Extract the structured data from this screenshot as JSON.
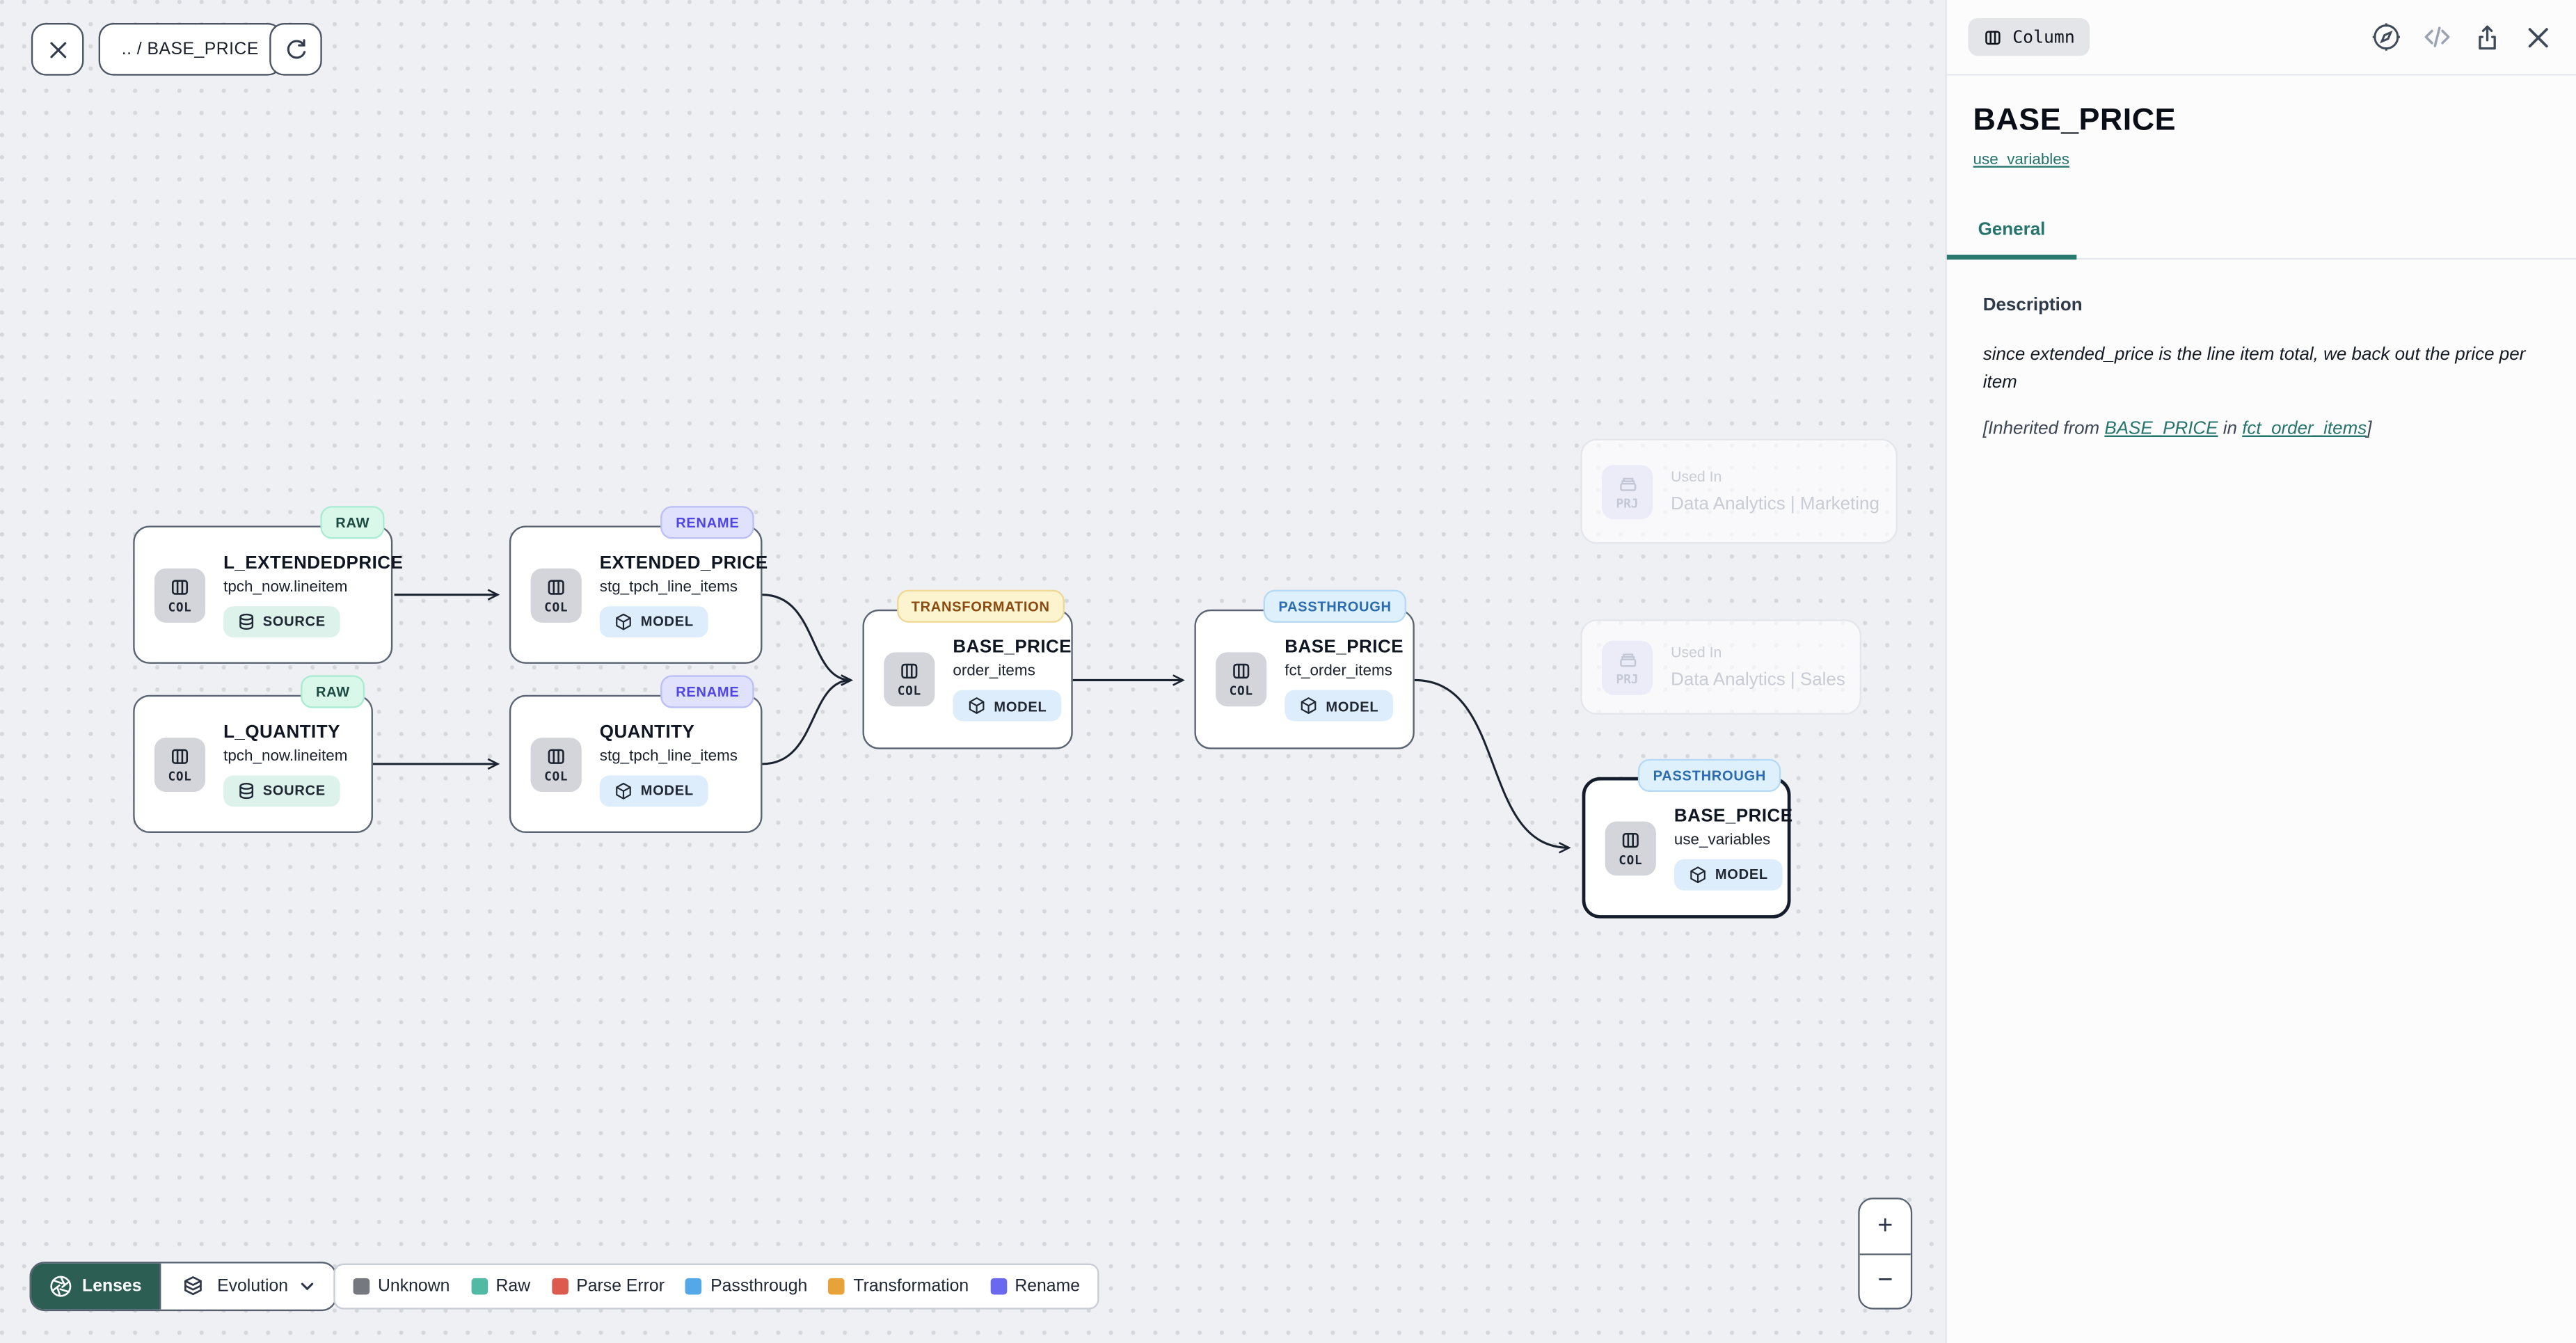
{
  "toolbar": {
    "breadcrumb": ".. / BASE_PRICE"
  },
  "canvas": {
    "nodes": [
      {
        "title": "L_EXTENDEDPRICE",
        "subtitle": "tpch_now.lineitem",
        "chip": "COL",
        "lens": "RAW",
        "type": "SOURCE"
      },
      {
        "title": "L_QUANTITY",
        "subtitle": "tpch_now.lineitem",
        "chip": "COL",
        "lens": "RAW",
        "type": "SOURCE"
      },
      {
        "title": "EXTENDED_PRICE",
        "subtitle": "stg_tpch_line_items",
        "chip": "COL",
        "lens": "RENAME",
        "type": "MODEL"
      },
      {
        "title": "QUANTITY",
        "subtitle": "stg_tpch_line_items",
        "chip": "COL",
        "lens": "RENAME",
        "type": "MODEL"
      },
      {
        "title": "BASE_PRICE",
        "subtitle": "order_items",
        "chip": "COL",
        "lens": "TRANSFORMATION",
        "type": "MODEL"
      },
      {
        "title": "BASE_PRICE",
        "subtitle": "fct_order_items",
        "chip": "COL",
        "lens": "PASSTHROUGH",
        "type": "MODEL"
      },
      {
        "title": "BASE_PRICE",
        "subtitle": "use_variables",
        "chip": "COL",
        "lens": "PASSTHROUGH",
        "type": "MODEL",
        "selected": true
      }
    ],
    "ghost_nodes": [
      {
        "label": "Used In",
        "name": "Data Analytics | Marketing",
        "chip": "PRJ"
      },
      {
        "label": "Used In",
        "name": "Data Analytics | Sales",
        "chip": "PRJ"
      }
    ]
  },
  "footer": {
    "lenses_label": "Lenses",
    "mode_label": "Evolution",
    "legend": [
      {
        "label": "Unknown",
        "color": "#75797f"
      },
      {
        "label": "Raw",
        "color": "#52b9a5"
      },
      {
        "label": "Parse Error",
        "color": "#dd5a4e"
      },
      {
        "label": "Passthrough",
        "color": "#55a8e8"
      },
      {
        "label": "Transformation",
        "color": "#e8a23a"
      },
      {
        "label": "Rename",
        "color": "#6a68ee"
      }
    ]
  },
  "zoom_controls": {
    "zoom_in": "+",
    "zoom_out": "−"
  },
  "panel": {
    "type_badge": "Column",
    "title": "BASE_PRICE",
    "model_link": "use_variables",
    "tab_general": "General",
    "section_title": "Description",
    "description": "since extended_price is the line item total, we back out the price per item",
    "inherited": {
      "prefix": "[Inherited from ",
      "column_link": "BASE_PRICE",
      "middle": " in ",
      "model_link": "fct_order_items",
      "suffix": "]"
    }
  },
  "colors": {
    "accent": "#2b7a70",
    "lenses_bg": "#2d5e53",
    "edge": "#1b2330"
  }
}
